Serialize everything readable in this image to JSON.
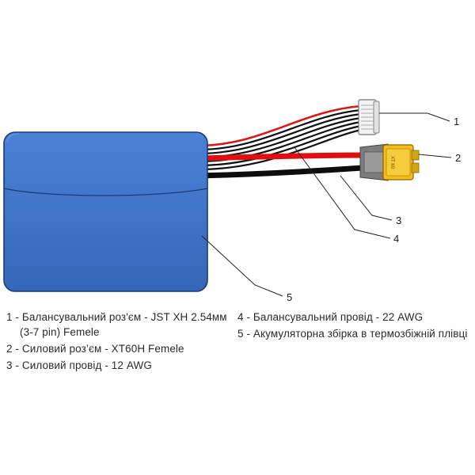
{
  "callouts": [
    "1",
    "2",
    "3",
    "4",
    "5"
  ],
  "connector_marking": "XT 60",
  "legend": {
    "left": [
      {
        "number": "1",
        "text": "1 - Балансувальний роз'єм - JST XH 2.54мм",
        "cont": "(3-7 pin) Femele"
      },
      {
        "number": "2",
        "text": "2 - Силовий роз’єм - XT60H Femele"
      },
      {
        "number": "3",
        "text": "3 - Силовий провід - 12 AWG"
      }
    ],
    "right": [
      {
        "number": "4",
        "text": "4 - Балансувальний провід - 22 AWG"
      },
      {
        "number": "5",
        "text": "5 - Акумуляторна збірка в термозбіжній плівці"
      }
    ]
  },
  "colors": {
    "pack_fill": "#3d74c8",
    "pack_edge": "#1d3a78",
    "power_red": "#e01010",
    "power_black": "#0d0d0d",
    "xt60_yellow": "#f2bc1a",
    "xt60_gray": "#7d7d7d",
    "leader": "#222222"
  }
}
